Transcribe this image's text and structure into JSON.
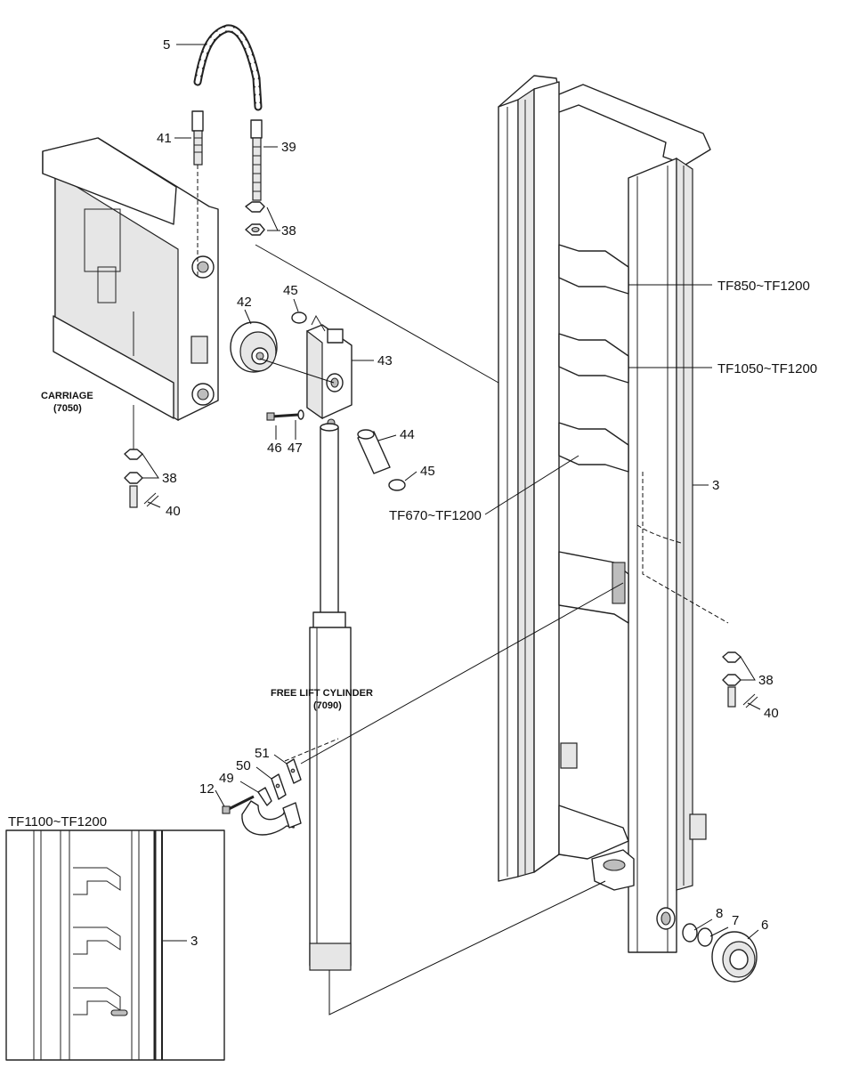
{
  "labels": {
    "chain": "5",
    "anchor_bolt_left": "41",
    "anchor_bolt_right": "39",
    "nut_top": "38",
    "sheave": "42",
    "snap_ring_top": "45",
    "sheave_bracket": "43",
    "shaft": "44",
    "snap_ring_bottom": "45",
    "bolt_46": "46",
    "washer_47": "47",
    "nut_left": "38",
    "split_pin_left": "40",
    "outer_mast": "3",
    "nut_right": "38",
    "split_pin_right": "40",
    "shim_51": "51",
    "shim_50": "50",
    "clamp_49": "49",
    "bolt_12": "12",
    "roller_8": "8",
    "shim_7": "7",
    "bearing_6": "6",
    "inset_mast": "3"
  },
  "captions": {
    "carriage_line1": "CARRIAGE",
    "carriage_line2": "(7050)",
    "cylinder_line1": "FREE LIFT CYLINDER",
    "cylinder_line2": "(7090)"
  },
  "model_ranges": {
    "upper_cross_member": "TF850~TF1200",
    "middle_cross_member": "TF1050~TF1200",
    "lower_cross_member": "TF670~TF1200",
    "inset_title": "TF1100~TF1200"
  }
}
